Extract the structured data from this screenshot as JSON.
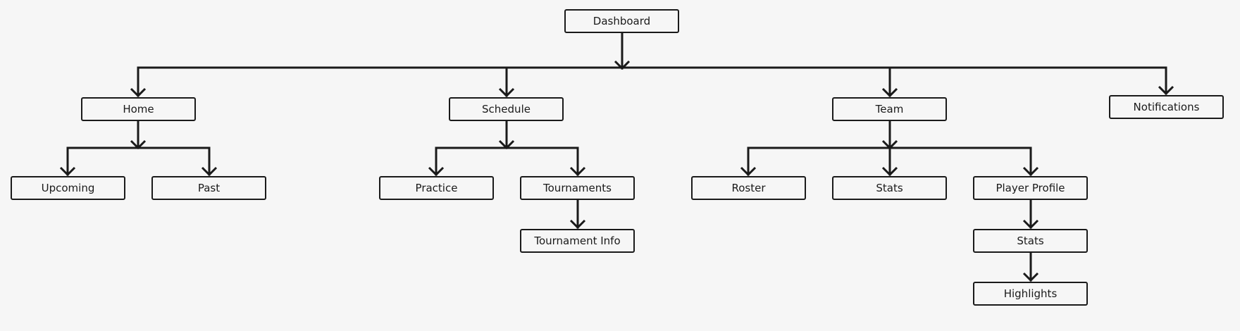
{
  "sitemap": {
    "root": "Dashboard",
    "sections": {
      "home": {
        "label": "Home",
        "children": [
          "Upcoming",
          "Past"
        ]
      },
      "schedule": {
        "label": "Schedule",
        "children": [
          "Practice",
          "Tournaments"
        ],
        "tournaments_child": "Tournament Info"
      },
      "team": {
        "label": "Team",
        "children": [
          "Roster",
          "Stats",
          "Player Profile"
        ],
        "player_profile_children": [
          "Stats",
          "Highlights"
        ]
      },
      "notifications": {
        "label": "Notifications"
      }
    }
  },
  "colors": {
    "background": "#f6f6f6",
    "stroke": "#1a1a1a"
  }
}
